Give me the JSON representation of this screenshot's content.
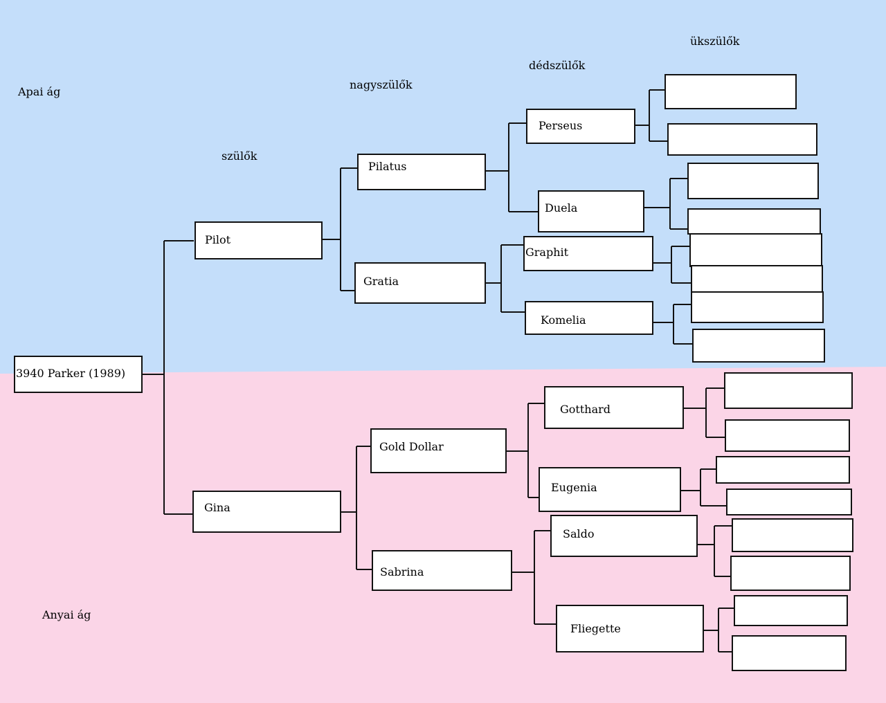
{
  "colors": {
    "paternal_bg": "#c4defa",
    "maternal_bg": "#fbd5e7",
    "line": "#111111"
  },
  "headers": {
    "paternal_branch": "Apai ág",
    "maternal_branch": "Anyai ág",
    "parents": "szülők",
    "grandparents": "nagyszülők",
    "great_grandparents": "dédszülők",
    "great_great_grandparents": "ükszülők"
  },
  "pedigree": {
    "subject": "3940 Parker (1989)",
    "sire": "Pilot",
    "dam": "Gina",
    "sire_sire": "Pilatus",
    "sire_dam": "Gratia",
    "dam_sire": "Gold Dollar",
    "dam_dam": "Sabrina",
    "great_grandparents": [
      "Perseus",
      "Duela",
      "Graphit",
      "Komelia",
      "Gotthard",
      "Eugenia",
      "Saldo",
      "Fliegette"
    ],
    "great_great_grandparents": [
      "",
      "",
      "",
      "",
      "",
      "",
      "",
      "",
      "",
      "",
      "",
      "",
      "",
      "",
      "",
      ""
    ]
  }
}
